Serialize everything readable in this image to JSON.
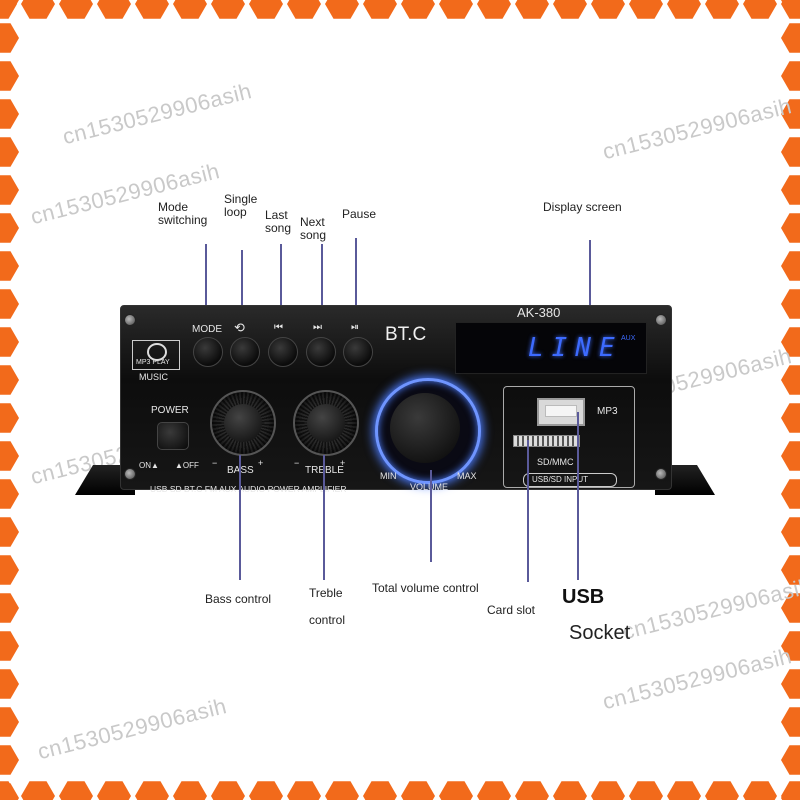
{
  "watermark_text": "cn1530529906asih",
  "callouts": {
    "mode": "Mode\nswitching",
    "single_loop": "Single\nloop",
    "last_song": "Last\nsong",
    "next_song": "Next\nsong",
    "pause": "Pause",
    "display_screen": "Display screen",
    "bass_control": "Bass control",
    "treble": "Treble",
    "treble_control": "control",
    "volume_control": "Total volume control",
    "card_slot": "Card slot",
    "usb": "USB",
    "socket": "Socket"
  },
  "panel": {
    "mode_label": "MODE",
    "loop_symbol": "⟲",
    "prev_symbol": "⏮",
    "next_symbol": "⏭",
    "pause_symbol": "⏯",
    "brand": "BT.C",
    "model": "AK-380",
    "display_text": "LINE",
    "display_aux": "AUX",
    "logo_text": "MP3 PLAY",
    "music": "MUSIC",
    "power": "POWER",
    "on": "ON▲",
    "off": "▲OFF",
    "bass": "BASS",
    "treble": "TREBLE",
    "minus": "−",
    "plus": "+",
    "min": "MIN",
    "max": "MAX",
    "volume": "VOLUME",
    "mp3": "MP3",
    "sd_mmc": "SD/MMC",
    "input": "USB/SD INPUT",
    "bottom_text": "USB SD BT.C FM AUX AUDIO POWER AMPLIFIER"
  },
  "colors": {
    "border_orange": "#f26a1b",
    "display_blue": "#3d6bff",
    "knob_glow": "#4d7dff"
  }
}
